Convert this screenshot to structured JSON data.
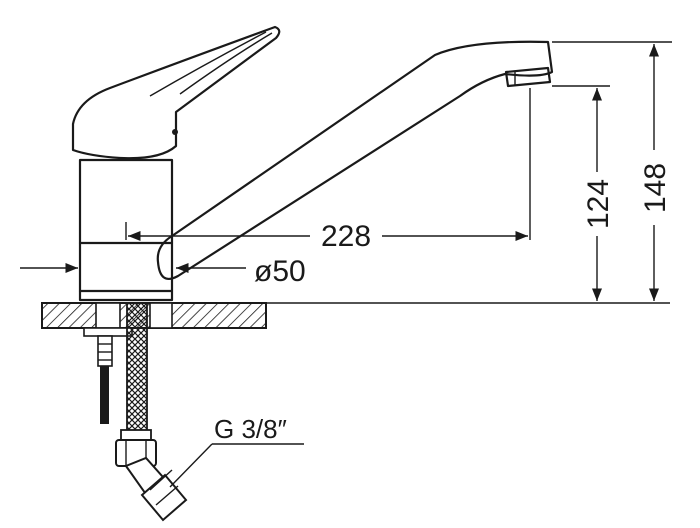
{
  "dimensions": {
    "spout_reach": "228",
    "spout_height": "124",
    "total_height": "148",
    "body_diameter": "ø50"
  },
  "connection_label": "G 3/8″"
}
